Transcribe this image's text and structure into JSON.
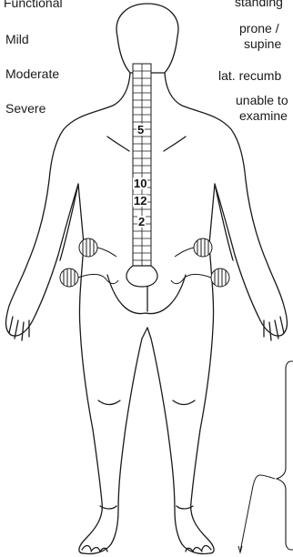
{
  "severity_scale": {
    "functional": "Functional",
    "mild": "Mild",
    "moderate": "Moderate",
    "severe": "Severe"
  },
  "positions": {
    "standing": "standing",
    "prone_supine_1": "prone /",
    "prone_supine_2": "supine",
    "lateral": "lat. recumb",
    "unable_1": "unable to",
    "unable_2": "examine"
  },
  "spine_markers": [
    "5",
    "10",
    "12",
    "2"
  ],
  "colors": {
    "ink": "#1a1a1a",
    "fill": "#ffffff"
  }
}
